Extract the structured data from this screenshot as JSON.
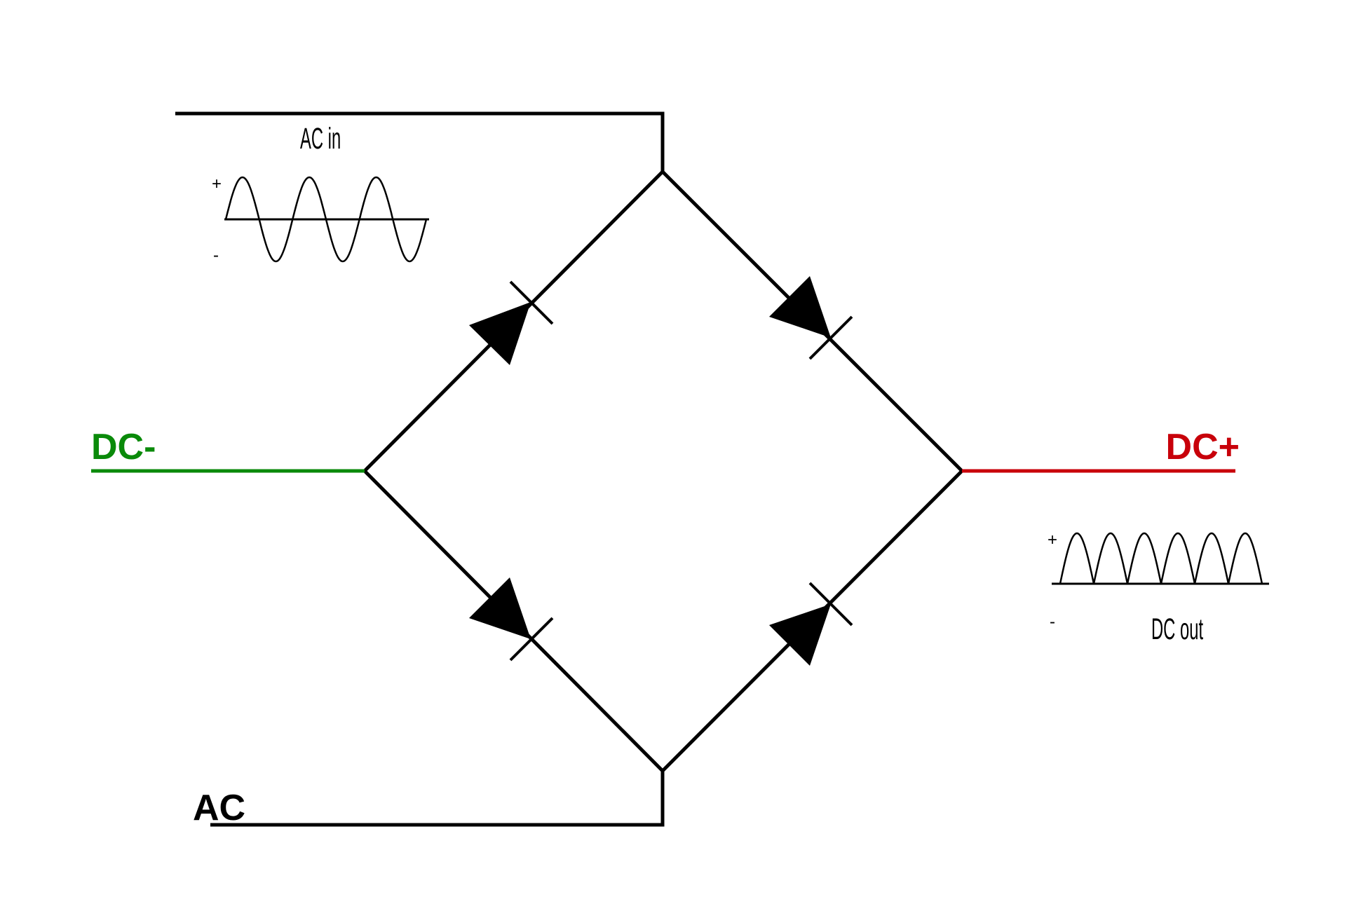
{
  "labels": {
    "dc_negative": "DC-",
    "dc_positive": "DC+",
    "ac": "AC",
    "ac_in": "AC in",
    "dc_out": "DC out",
    "plus": "+",
    "minus": "-"
  },
  "colors": {
    "dc_negative": "#0a8a0a",
    "dc_positive": "#c8000a",
    "wire": "#000000",
    "ac_label": "#000000"
  },
  "waveforms": {
    "ac_in": {
      "type": "sine",
      "cycles": 3
    },
    "dc_out": {
      "type": "full-wave-rectified",
      "humps": 6
    }
  }
}
